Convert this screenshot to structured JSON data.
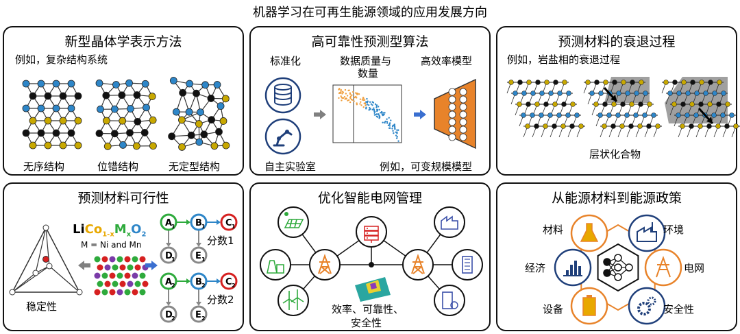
{
  "title": "机器学习在可再生能源领域的应用发展方向",
  "p1": {
    "title": "新型晶体学表示方法",
    "example": "例如，复杂结构系统",
    "labels": [
      "无序结构",
      "位错结构",
      "无定型结构"
    ]
  },
  "p2": {
    "title": "高可靠性预测型算法",
    "standardize": "标准化",
    "quality": "数据质量与",
    "quantity": "数量",
    "model": "高效率模型",
    "lab": "自主实验室",
    "example": "例如，可变规模模型"
  },
  "p3": {
    "title": "预测材料的衰退过程",
    "example": "例如，岩盐相的衰退过程",
    "layered": "层状化合物"
  },
  "p4": {
    "title": "预测材料可行性",
    "stability": "稳定性",
    "formula_li": "Li",
    "formula_co": "Co",
    "formula_co_sub": "1-x",
    "formula_m": "M",
    "formula_m_sub": "x",
    "formula_o": "O",
    "formula_o_sub": "2",
    "m_def": "M = Ni and Mn",
    "fraction1": "分数1",
    "fraction2": "分数2",
    "nodes": {
      "A": "A",
      "B": "B",
      "C": "C",
      "D": "D",
      "E": "E",
      "s1": "1",
      "s2": "2"
    }
  },
  "p5": {
    "title": "优化智能电网管理",
    "caption1": "效率、可靠性、",
    "caption2": "安全性"
  },
  "p6": {
    "title": "从能源材料到能源政策",
    "materials": "材料",
    "environment": "环境",
    "economy": "经济",
    "grid": "电网",
    "equipment": "设备",
    "safety": "安全性"
  },
  "colors": {
    "blue": "#2e86c8",
    "gold": "#c8a800",
    "orange": "#e8832a",
    "navy": "#1f3f7a",
    "red": "#d62020",
    "green": "#2eaa3c"
  }
}
